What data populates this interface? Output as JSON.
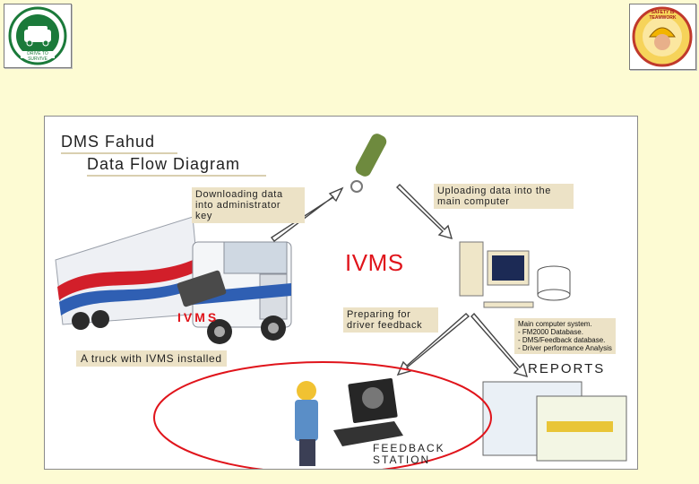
{
  "logos": {
    "left_text": "DRIVE TO SURVIVE",
    "right_text": "SAFETY IS TEAMWORK"
  },
  "diagram": {
    "title_line1": "DMS Fahud",
    "title_line2": "Data Flow Diagram",
    "callout_download": [
      "Downloading data",
      "into administrator",
      "key"
    ],
    "callout_upload": [
      "Uploading data into the",
      "main computer"
    ],
    "ivms_center": "IVMS",
    "callout_preparing": [
      "Preparing for",
      "driver feedback"
    ],
    "truck_device_label": "IVMS",
    "truck_caption": "A truck with IVMS installed",
    "system_lines": [
      "Main computer system.",
      "- FM2000 Database.",
      "- DMS/Feedback database.",
      "- Driver performance Analysis"
    ],
    "reports_label": "REPORTS",
    "feedback_line1": "FEEDBACK",
    "feedback_line2": "STATION"
  }
}
